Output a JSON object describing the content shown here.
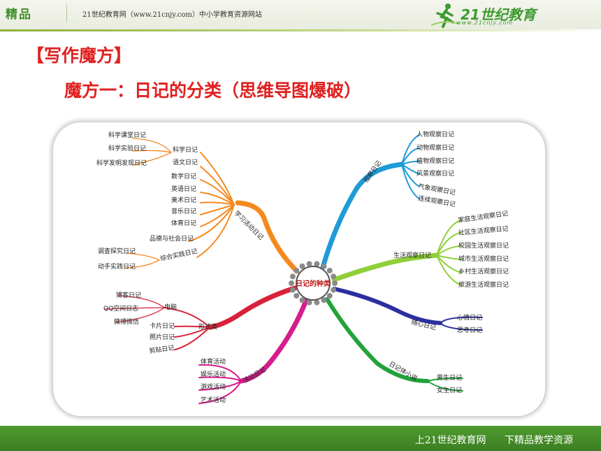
{
  "header": {
    "brand": "精品",
    "site": "21世纪教育网（www.21cnjy.com）中小学教育资源网站",
    "logo_name": "21世纪教育",
    "logo_url": "www.21cnjy.com"
  },
  "content": {
    "section_title": "【写作魔方】",
    "subtitle": "魔方一：日记的分类（思维导图爆破）"
  },
  "mindmap": {
    "center": "日记的种类",
    "colors": {
      "study": "#f5891f",
      "observe": "#1f9bd6",
      "life": "#8fcf3a",
      "heart": "#2c2fa0",
      "novel": "#23a23a",
      "activity": "#d61d8c",
      "form": "#d9223a"
    },
    "branches": {
      "study": {
        "label": "学习活动日记",
        "science": "科学日记",
        "science_children": [
          "科学课堂日记",
          "科学实验日记",
          "科学发明发现日记"
        ],
        "subjects": [
          "语文日记",
          "数学日记",
          "英语日记",
          "美术日记",
          "音乐日记",
          "体育日记",
          "品德与社会日记"
        ],
        "practice": "综合实践日记",
        "practice_children": [
          "调查探究日记",
          "动手实践日记"
        ]
      },
      "observe": {
        "label": "观察日记",
        "children": [
          "人物观察日记",
          "动物观察日记",
          "植物观察日记",
          "风景观察日记",
          "气象观察日记",
          "连续观察日记"
        ]
      },
      "life": {
        "label": "生活观察日记",
        "children": [
          "家庭生活观察日记",
          "社区生活观察日记",
          "校园生活观察日记",
          "城市生活观察日记",
          "乡村生活观察日记",
          "旅游生活观察日记"
        ]
      },
      "heart": {
        "label": "随心日记",
        "children": [
          "心情日记",
          "思考日记"
        ]
      },
      "novel": {
        "label": "日记体小说",
        "children": [
          "男生日记",
          "女生日记"
        ]
      },
      "activity": {
        "label": "活动日记",
        "children": [
          "体育活动",
          "娱乐活动",
          "游戏活动",
          "艺术活动"
        ]
      },
      "form": {
        "label": "形式类",
        "computer": "电脑",
        "computer_children": [
          "博客日记",
          "QQ空间日志",
          "微博微信"
        ],
        "others": [
          "卡片日记",
          "照片日记",
          "剪贴日记"
        ]
      }
    }
  },
  "footer": {
    "text1": "上21世纪教育网",
    "text2": "下精品教学资源"
  }
}
